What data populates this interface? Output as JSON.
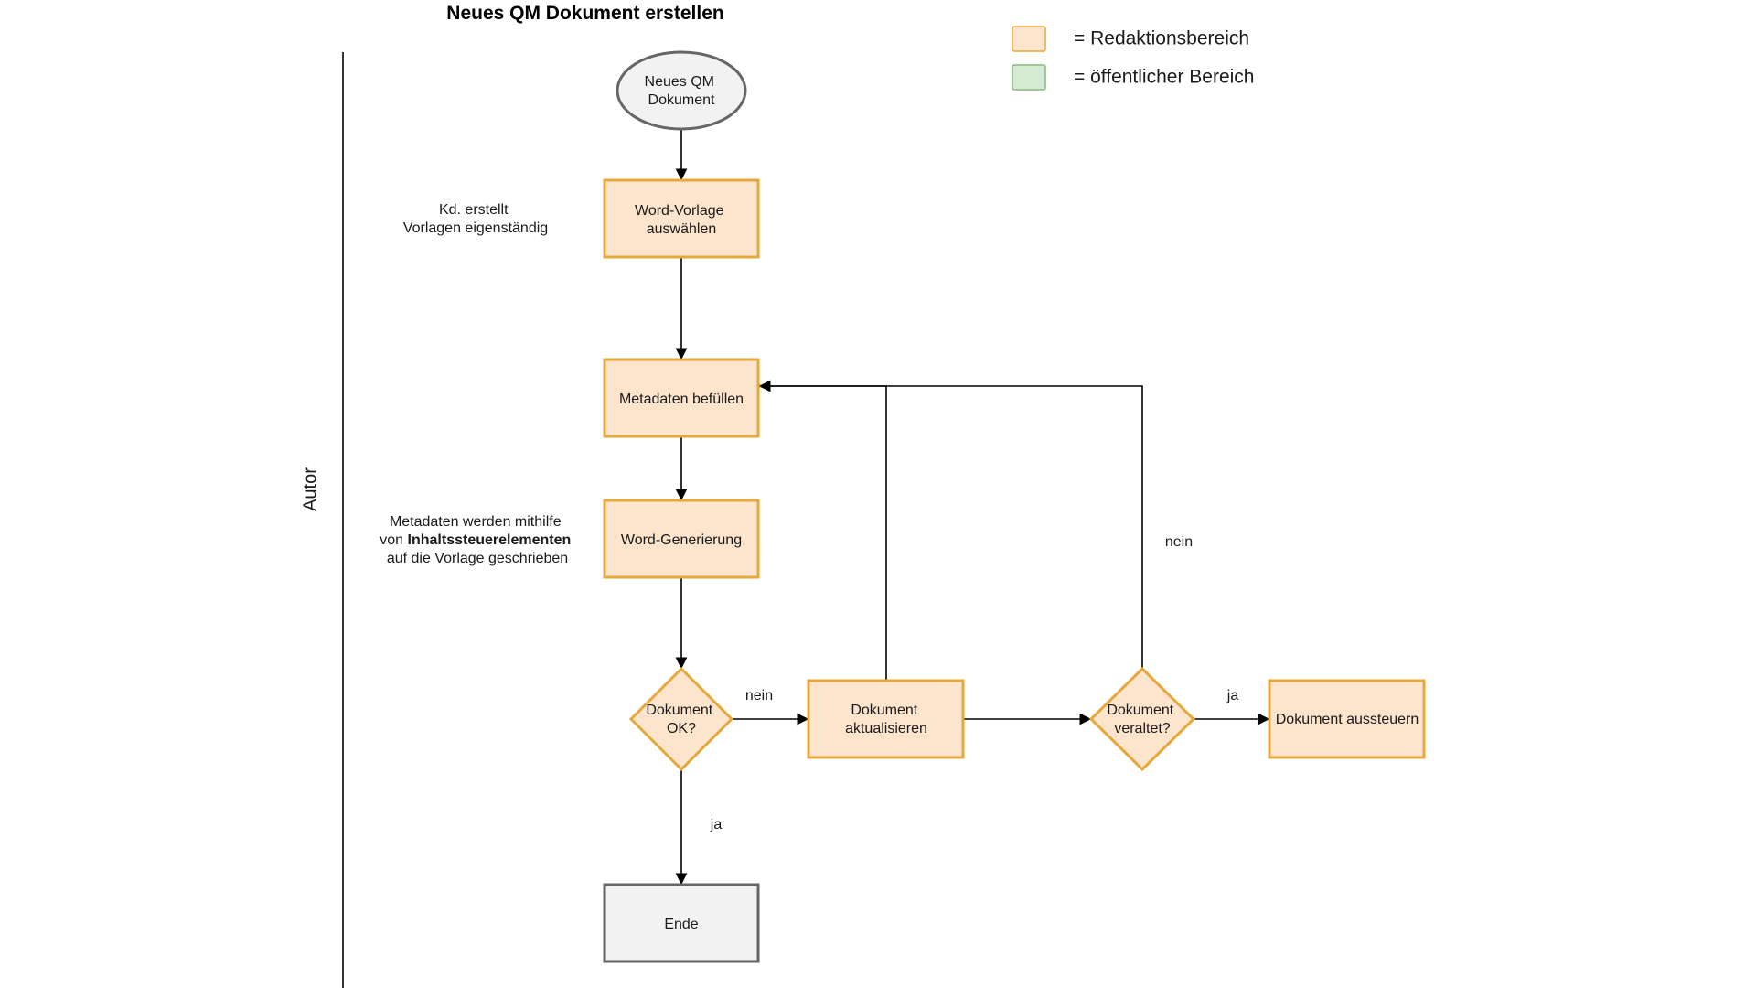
{
  "title": "Neues QM Dokument erstellen",
  "lane_label": "Autor",
  "legend": [
    {
      "label": "= Redaktionsbereich",
      "swatch_color": "#fde4cc",
      "border_color": "#e6a83a"
    },
    {
      "label": "= öffentlicher Bereich",
      "swatch_color": "#d5ead2",
      "border_color": "#86b97c"
    }
  ],
  "colors": {
    "process_fill": "#fde4cc",
    "process_border": "#e6a83a",
    "terminal_fill": "#f2f2f2",
    "terminal_border": "#666666"
  },
  "nodes": {
    "start": {
      "lines": [
        "Neues QM",
        "Dokument"
      ]
    },
    "vorlage": {
      "lines": [
        "Word-Vorlage",
        "auswählen"
      ]
    },
    "metadaten": {
      "lines": [
        "Metadaten befüllen"
      ]
    },
    "generierung": {
      "lines": [
        "Word-Generierung"
      ]
    },
    "ok_decision": {
      "lines": [
        "Dokument",
        "OK?"
      ]
    },
    "aktualisieren": {
      "lines": [
        "Dokument",
        "aktualisieren"
      ]
    },
    "veraltet_decision": {
      "lines": [
        "Dokument",
        "veraltet?"
      ]
    },
    "aussteuern": {
      "lines": [
        "Dokument aussteuern"
      ]
    },
    "ende": {
      "lines": [
        "Ende"
      ]
    }
  },
  "notes": {
    "vorlagen": {
      "lines": [
        "Kd. erstellt",
        "Vorlagen eigenständig"
      ]
    },
    "metadaten": {
      "line1": "Metadaten werden mithilfe",
      "line2_prefix": "von ",
      "line2_bold": "Inhaltssteuerelementen",
      "line3": "auf die Vorlage geschrieben"
    }
  },
  "edge_labels": {
    "ok_nein": "nein",
    "ok_ja": "ja",
    "veraltet_ja": "ja",
    "veraltet_nein": "nein"
  }
}
